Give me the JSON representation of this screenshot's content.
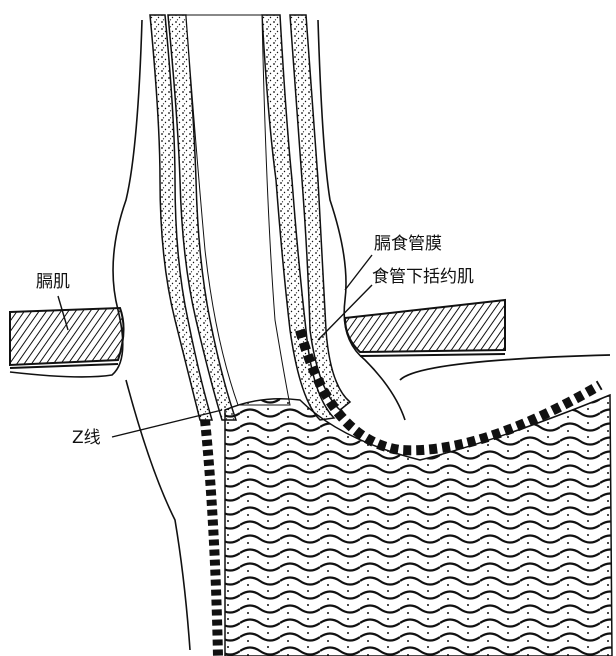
{
  "labels": {
    "diaphragm": "膈肌",
    "phrenoesophageal_membrane": "膈食管膜",
    "lower_esophageal_sphincter": "食管下括约肌",
    "z_line": "Z线"
  },
  "colors": {
    "ink": "#111111",
    "paper": "#ffffff"
  }
}
